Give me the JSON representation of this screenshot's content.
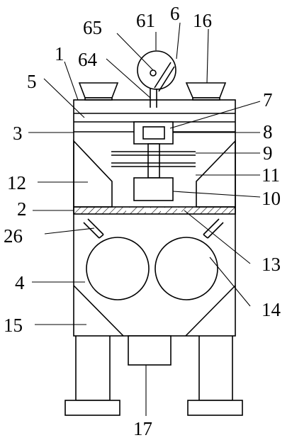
{
  "labels": {
    "l1": "1",
    "l2": "2",
    "l3": "3",
    "l4": "4",
    "l5": "5",
    "l6": "6",
    "l7": "7",
    "l8": "8",
    "l9": "9",
    "l10": "10",
    "l11": "11",
    "l12": "12",
    "l13": "13",
    "l14": "14",
    "l15": "15",
    "l16": "16",
    "l17": "17",
    "l26": "26",
    "l61": "61",
    "l64": "64",
    "l65": "65"
  }
}
